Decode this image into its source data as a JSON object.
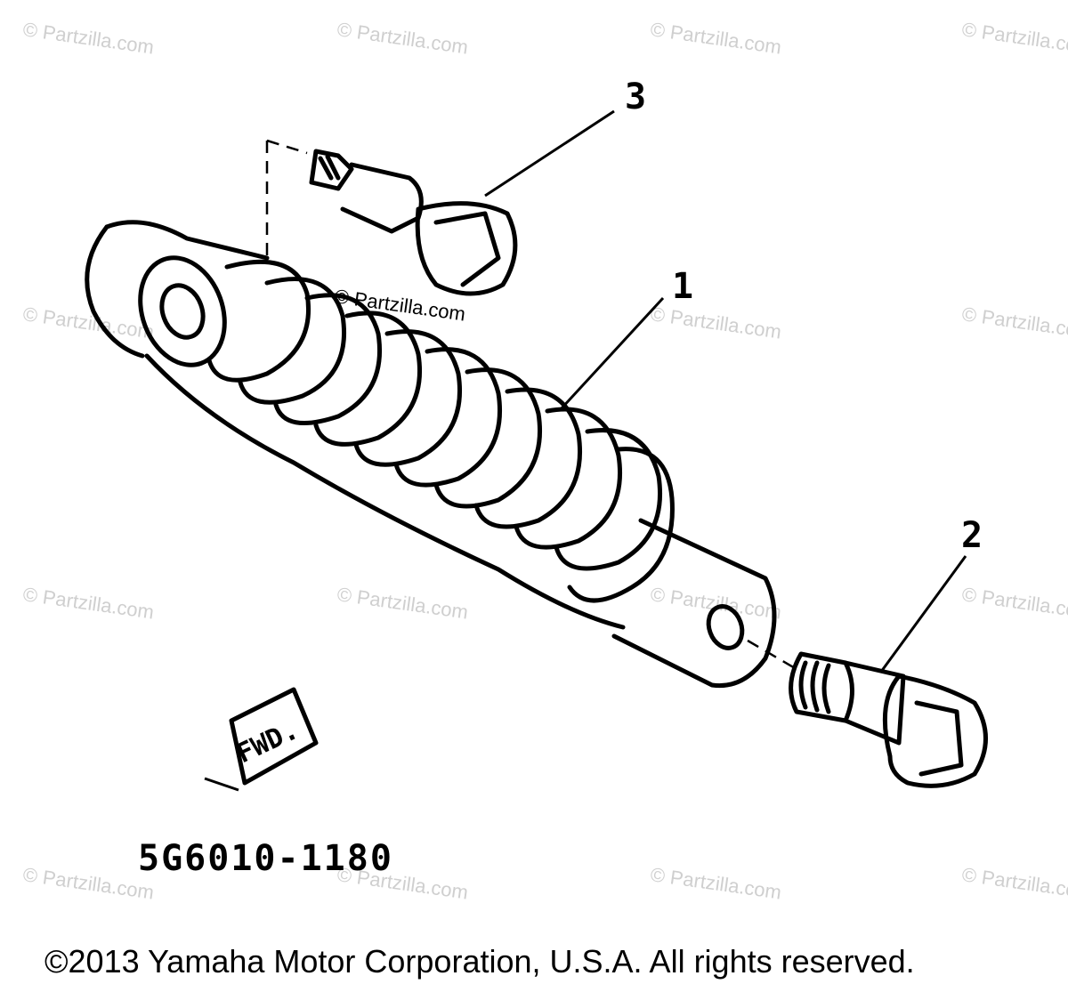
{
  "watermark": {
    "text": "© Partzilla.com",
    "color": "#cfcfcf"
  },
  "callouts": {
    "part_1": "1",
    "part_2": "2",
    "part_3": "3"
  },
  "fwd_label": "FWD.",
  "diagram_code": "5G6010-1180",
  "copyright": "©2013 Yamaha Motor Corporation, U.S.A. All rights reserved."
}
